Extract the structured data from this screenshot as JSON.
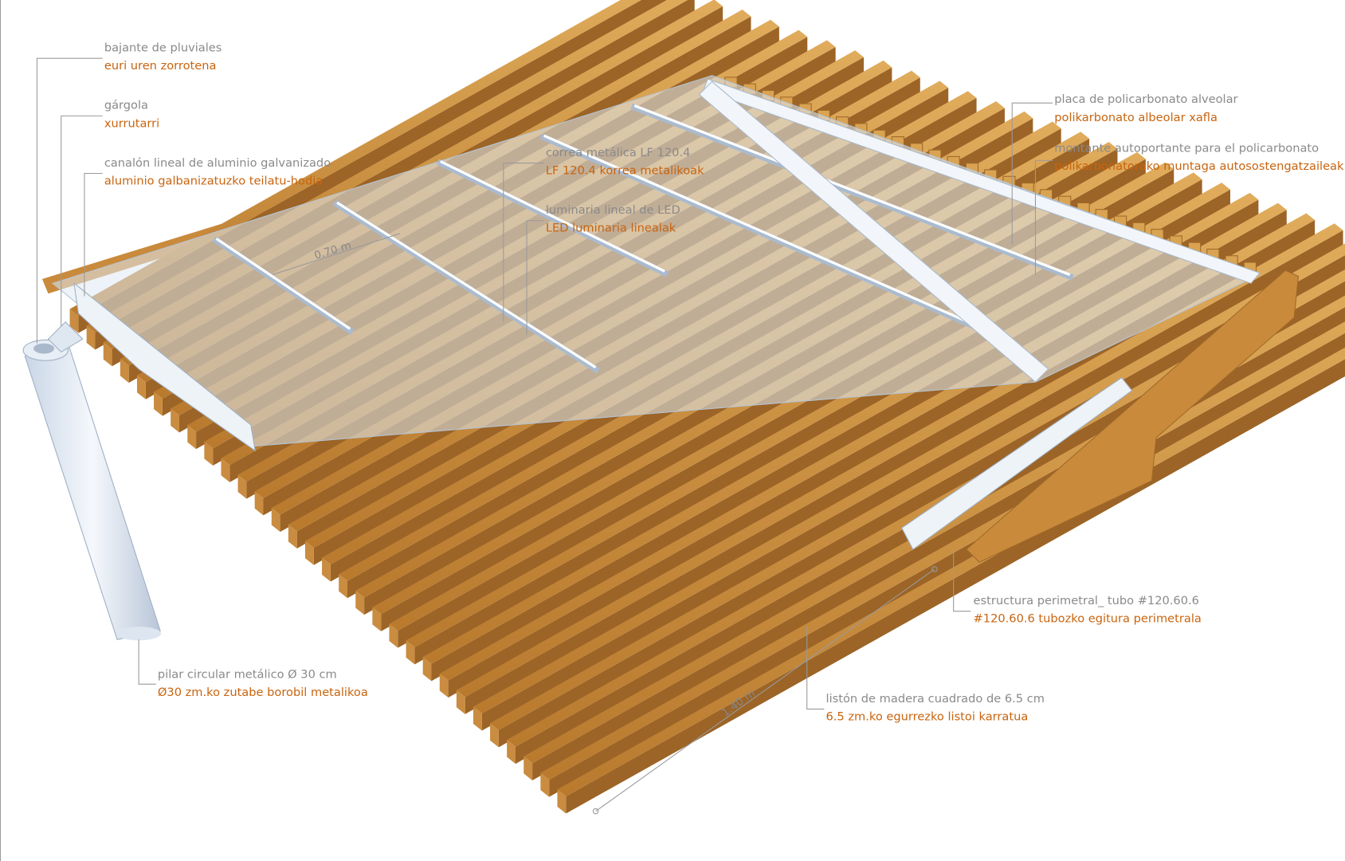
{
  "labels": {
    "downpipe": {
      "es": "bajante de pluviales",
      "eu": "euri uren zorrotena"
    },
    "gargoyle": {
      "es": "gárgola",
      "eu": "xurrutarri"
    },
    "gutter": {
      "es": "canalón lineal de aluminio galvanizado",
      "eu": "aluminio galbanizatuzko teilatu-hodia"
    },
    "purlin": {
      "es": "correa metálica LF 120.4",
      "eu": "LF 120.4 korrea metalikoak"
    },
    "led": {
      "es": "luminaria lineal de LED",
      "eu": "LED luminaria linealak"
    },
    "polycarbonate": {
      "es": "placa de policarbonato alveolar",
      "eu": "polikarbonato albeolar xafla"
    },
    "mullion": {
      "es": "montante autoportante para el policarbonato",
      "eu": "polikarbonatorako muntaga autosostengatzaileak"
    },
    "perimeter": {
      "es": "estructura perimetral_ tubo #120.60.6",
      "eu": "#120.60.6 tubozko egitura perimetrala"
    },
    "slat": {
      "es": "listón de madera cuadrado de 6.5 cm",
      "eu": "6.5 zm.ko egurrezko listoi karratua"
    },
    "pillar": {
      "es": "pilar circular metálico Ø 30 cm",
      "eu": "Ø30 zm.ko zutabe borobil metalikoa"
    }
  },
  "dimensions": {
    "purlin_spacing": "0.70 m",
    "slat_span": "1.40 m"
  },
  "colors": {
    "spanish": "#8a8a8a",
    "basque": "#c8640f",
    "wood": "#d39a4a",
    "metal": "#e6eef6"
  }
}
